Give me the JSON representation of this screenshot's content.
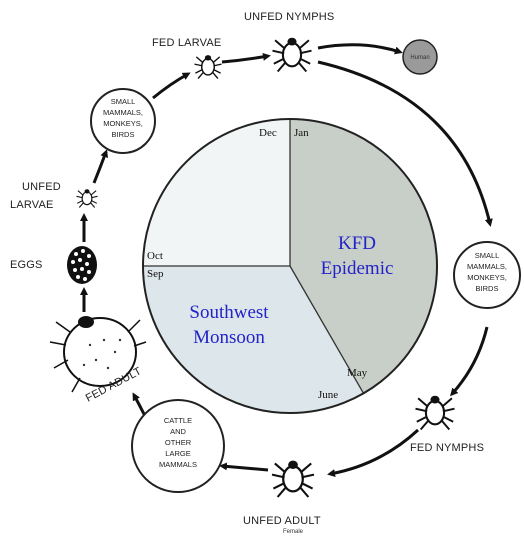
{
  "lifecycle": {
    "stages": {
      "eggs": "EGGS",
      "unfed_larvae": [
        "UNFED",
        "LARVAE"
      ],
      "fed_larvae": "FED LARVAE",
      "unfed_nymphs": "UNFED NYMPHS",
      "fed_nymphs": "FED NYMPHS",
      "unfed_adult": "UNFED ADULT",
      "fed_adult": "FED ADULT"
    },
    "hosts": {
      "small_mammals_top": [
        "SMALL",
        "MAMMALS,",
        "MONKEYS,",
        "BIRDS"
      ],
      "small_mammals_right": [
        "SMALL",
        "MAMMALS,",
        "MONKEYS,",
        "BIRDS"
      ],
      "large_mammals": [
        "CATTLE",
        "AND",
        "OTHER",
        "LARGE",
        "MAMMALS"
      ],
      "human": "Human"
    },
    "sublabels": {
      "unfed_adult_sub": "Female"
    }
  },
  "season_wheel": {
    "months": {
      "dec": "Dec",
      "jan": "Jan",
      "may": "May",
      "june": "June",
      "sep": "Sep",
      "oct": "Oct"
    },
    "sectors": {
      "kfd": [
        "KFD",
        "Epidemic"
      ],
      "monsoon": [
        "Southwest",
        "Monsoon"
      ]
    }
  },
  "colors": {
    "kfd_fill": "#c8cec8",
    "monsoon_fill": "#dde6ea",
    "winter_fill": "#f2f5f5",
    "season_text": "#2323c8",
    "human_fill": "#9a9a9a"
  }
}
